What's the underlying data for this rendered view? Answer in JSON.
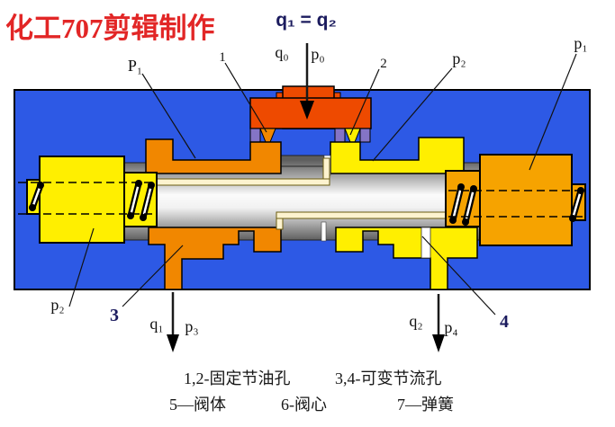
{
  "watermark": {
    "text": "化工707剪辑制作",
    "color": "#e22626"
  },
  "valve": {
    "title": "q₁ = q₂",
    "labels": {
      "inlet_flow": "q₀",
      "inlet_pressure": "p₀",
      "left_chamber_pressure": "P₁",
      "fixed_orifice_left": "1",
      "fixed_orifice_right": "2",
      "right_sleeve_pressure": "p₂",
      "right_cap_pressure": "p₁",
      "left_cap_pressure": "p₂",
      "variable_orifice_left": "3",
      "variable_orifice_right": "4",
      "outlet_left_flow": "q₁",
      "outlet_left_pressure": "p₃",
      "outlet_right_flow": "q₂",
      "outlet_right_pressure": "p₄"
    },
    "legend": {
      "line1_left": "1,2-固定节油孔",
      "line1_right": "3,4-可变节流孔",
      "line2_item1": "5—阀体",
      "line2_item2": "6-阀心",
      "line2_item3": "7—弹簧"
    },
    "colors": {
      "body_blue": "#2d59e5",
      "inlet_red_orange": "#ee4a00",
      "sleeve_orange": "#f18700",
      "cap_amber": "#f6a300",
      "part_yellow": "#ffef00",
      "orifice_purple": "#8474c6",
      "label_navy": "#1b1b5e"
    }
  }
}
